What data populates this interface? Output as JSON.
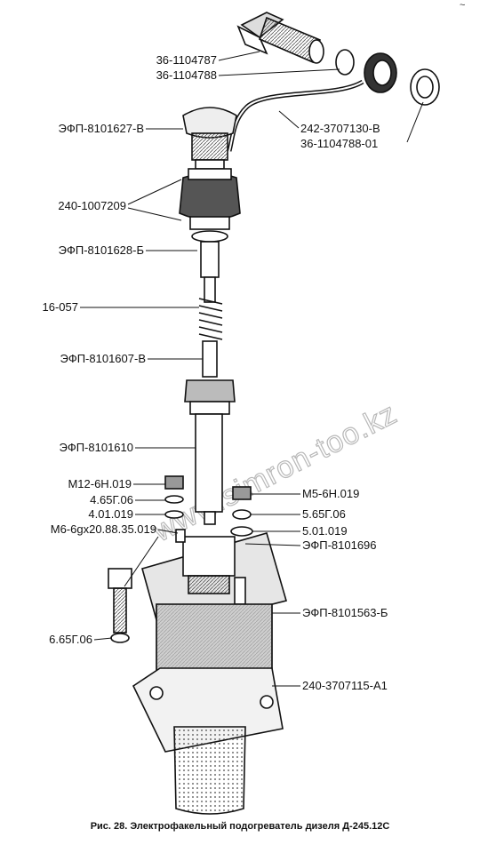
{
  "watermark": "www.simron-too.kz",
  "corner_mark": "~",
  "caption": "Рис. 28. Электрофакельный подогреватель дизеля Д-245.12С",
  "labels": [
    {
      "id": "l1",
      "text": "36-1104787"
    },
    {
      "id": "l2",
      "text": "36-1104788"
    },
    {
      "id": "l3",
      "text": "ЭФП-8101627-В"
    },
    {
      "id": "l4",
      "text": "242-3707130-В"
    },
    {
      "id": "l5",
      "text": "36-1104788-01"
    },
    {
      "id": "l6",
      "text": "240-1007209"
    },
    {
      "id": "l7",
      "text": "ЭФП-8101628-Б"
    },
    {
      "id": "l8",
      "text": "16-057"
    },
    {
      "id": "l9",
      "text": "ЭФП-8101607-В"
    },
    {
      "id": "l10",
      "text": "ЭФП-8101610"
    },
    {
      "id": "l11",
      "text": "М12-6Н.019"
    },
    {
      "id": "l12",
      "text": "4.65Г.06"
    },
    {
      "id": "l13",
      "text": "4.01.019"
    },
    {
      "id": "l14",
      "text": "М6-6gх20.88.35.019"
    },
    {
      "id": "l15",
      "text": "М5-6Н.019"
    },
    {
      "id": "l16",
      "text": "5.65Г.06"
    },
    {
      "id": "l17",
      "text": "5.01.019"
    },
    {
      "id": "l18",
      "text": "ЭФП-8101696"
    },
    {
      "id": "l19",
      "text": "ЭФП-8101563-Б"
    },
    {
      "id": "l20",
      "text": "6.65Г.06"
    },
    {
      "id": "l21",
      "text": "240-3707115-А1"
    }
  ]
}
